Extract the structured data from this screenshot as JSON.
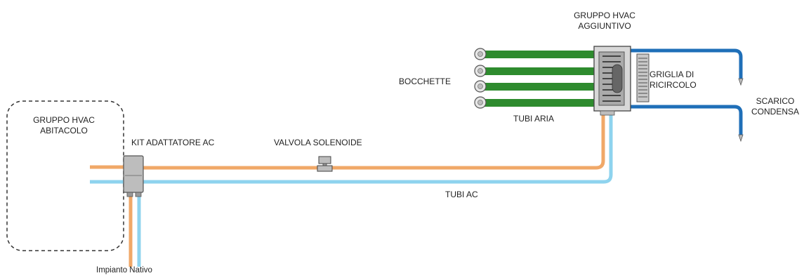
{
  "labels": {
    "hvac_cabin_line1": "GRUPPO HVAC",
    "hvac_cabin_line2": "ABITACOLO",
    "kit_adapter": "KIT ADATTATORE AC",
    "solenoid_valve": "VALVOLA SOLENOIDE",
    "native_system": "Impianto Nativo",
    "ac_pipes": "TUBI AC",
    "vents": "BOCCHETTE",
    "air_pipes": "TUBI ARIA",
    "hvac_add_line1": "GRUPPO HVAC",
    "hvac_add_line2": "AGGIUNTIVO",
    "grille_line1": "GRIGLIA DI",
    "grille_line2": "RICIRCOLO",
    "drain_line1": "SCARICO",
    "drain_line2": "CONDENSA"
  },
  "colors": {
    "refrigerant_hot": "#F0A868",
    "refrigerant_cold": "#8ED3EE",
    "air_pipe": "#2E8B2E",
    "drain_pipe": "#1F6FB8",
    "component_gray": "#BDBDBD",
    "outline": "#333333"
  },
  "icons": {
    "vent": "round-vent-icon",
    "valve": "solenoid-valve-icon",
    "adapter": "ac-adapter-kit-icon",
    "hvac_unit": "hvac-unit-icon",
    "grille": "recirculation-grille-icon"
  }
}
